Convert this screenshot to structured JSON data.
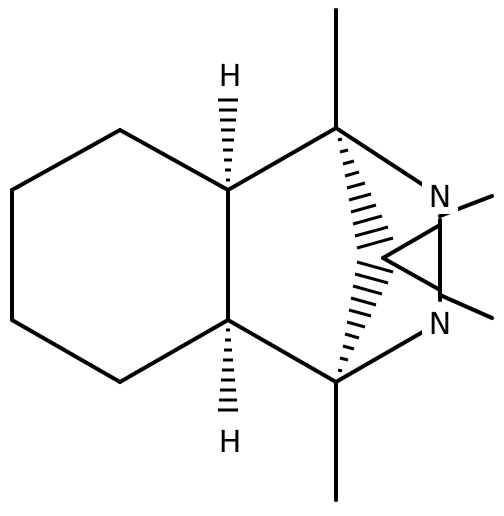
{
  "molecule": {
    "atoms": {
      "h_top": "H",
      "h_bottom": "H",
      "n_top": "N",
      "n_bottom": "N"
    },
    "colors": {
      "bond": "#000000",
      "background": "#ffffff"
    }
  }
}
